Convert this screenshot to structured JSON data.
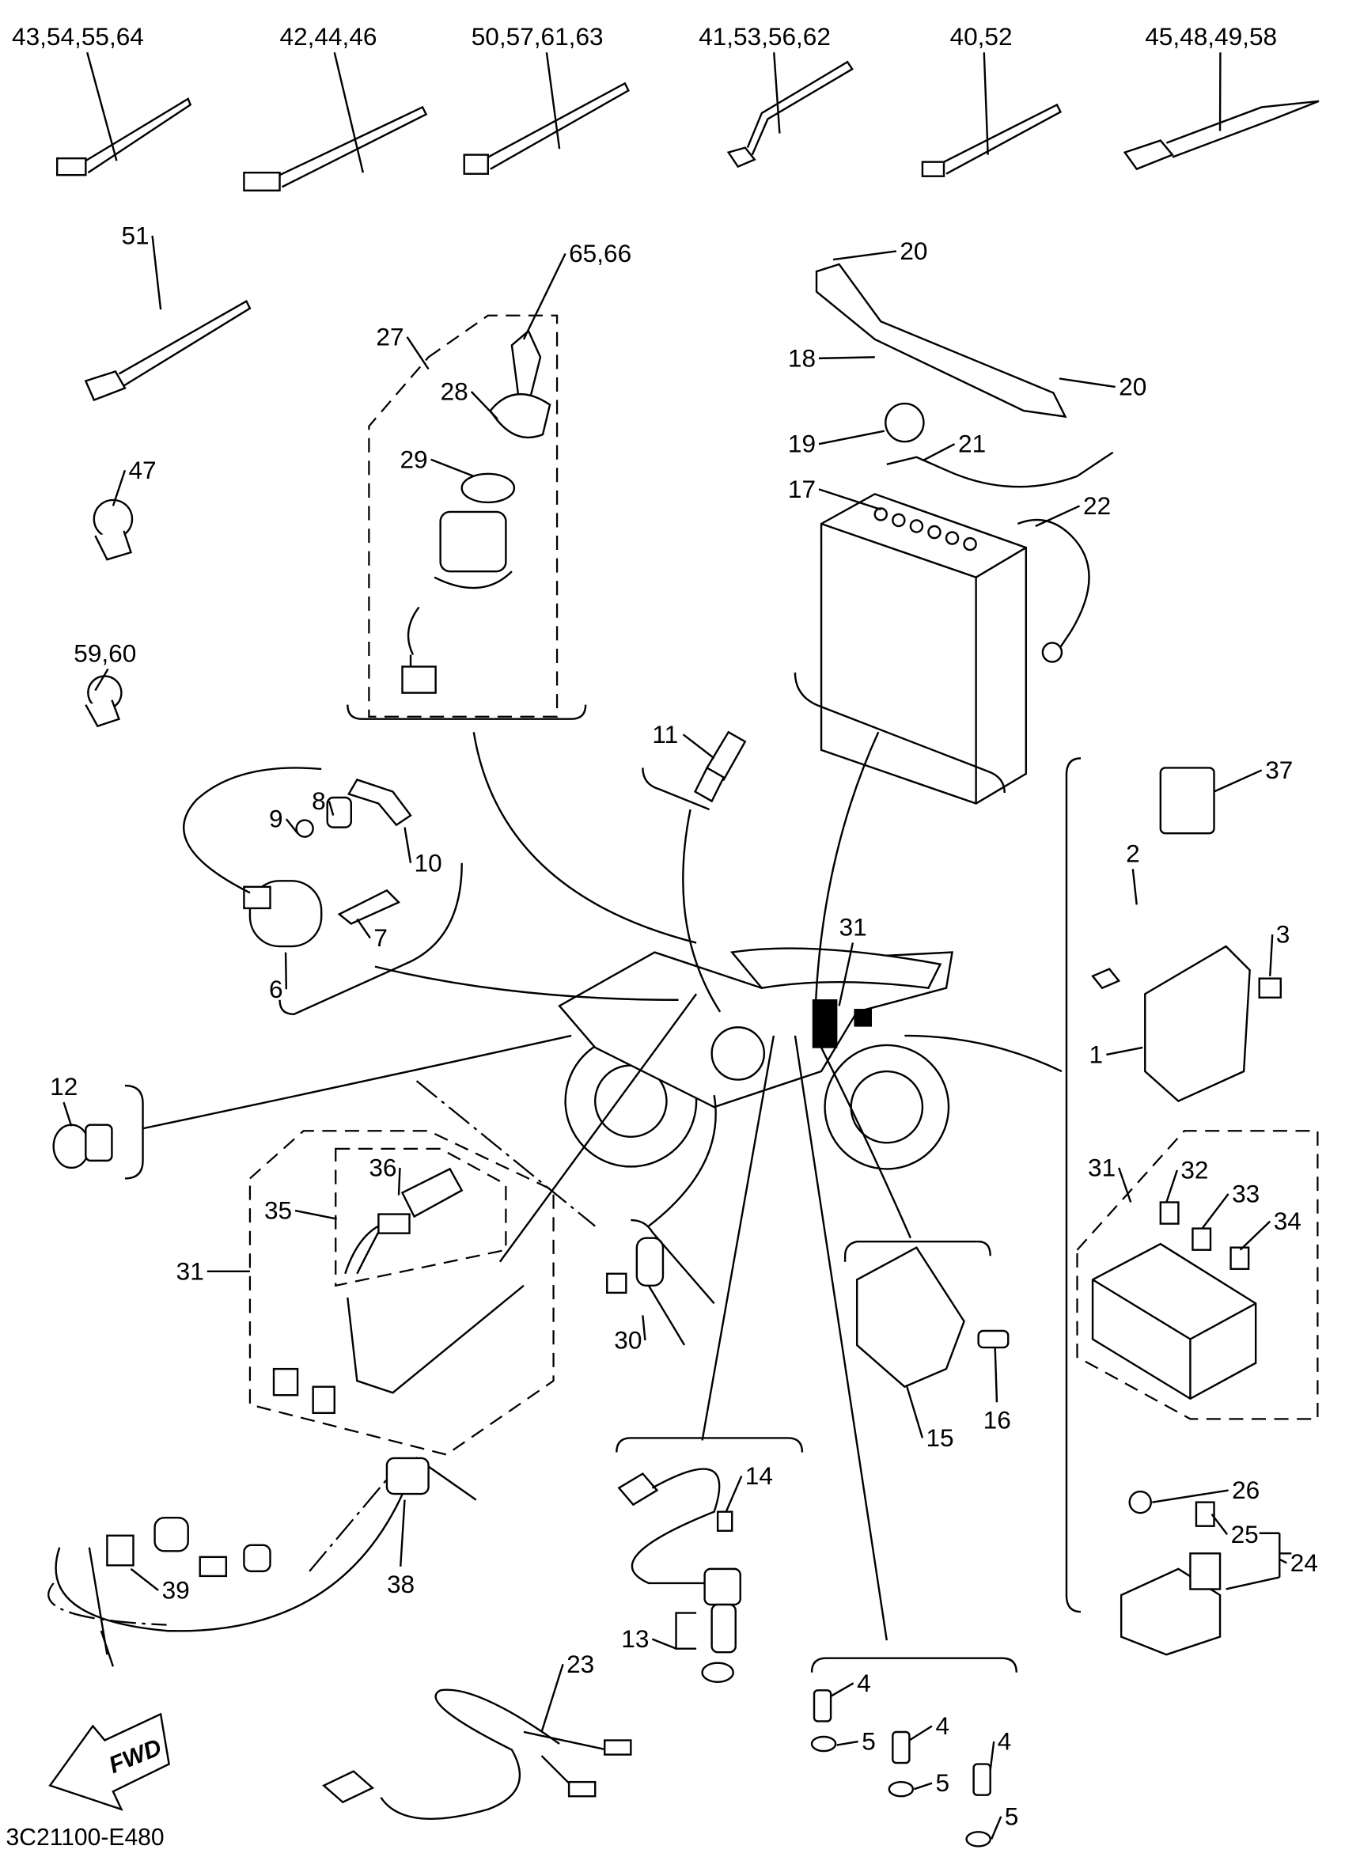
{
  "diagram": {
    "part_labels": [
      "43,54,55,64",
      "42,44,46",
      "50,57,61,63",
      "41,53,56,62",
      "40,52",
      "45,48,49,58",
      "51",
      "65,66",
      "27",
      "28",
      "29",
      "20",
      "18",
      "20",
      "19",
      "21",
      "17",
      "22",
      "47",
      "59,60",
      "11",
      "37",
      "9",
      "8",
      "10",
      "2",
      "3",
      "7",
      "31",
      "6",
      "1",
      "12",
      "36",
      "35",
      "31",
      "31",
      "32",
      "33",
      "34",
      "30",
      "15",
      "16",
      "14",
      "26",
      "25",
      "24",
      "39",
      "38",
      "13",
      "23",
      "4",
      "5",
      "4",
      "5",
      "4",
      "5"
    ],
    "fwd_arrow_text": "FWD",
    "diagram_code": "3C21100-E480",
    "line_color": "#000000",
    "background_color": "#ffffff"
  }
}
